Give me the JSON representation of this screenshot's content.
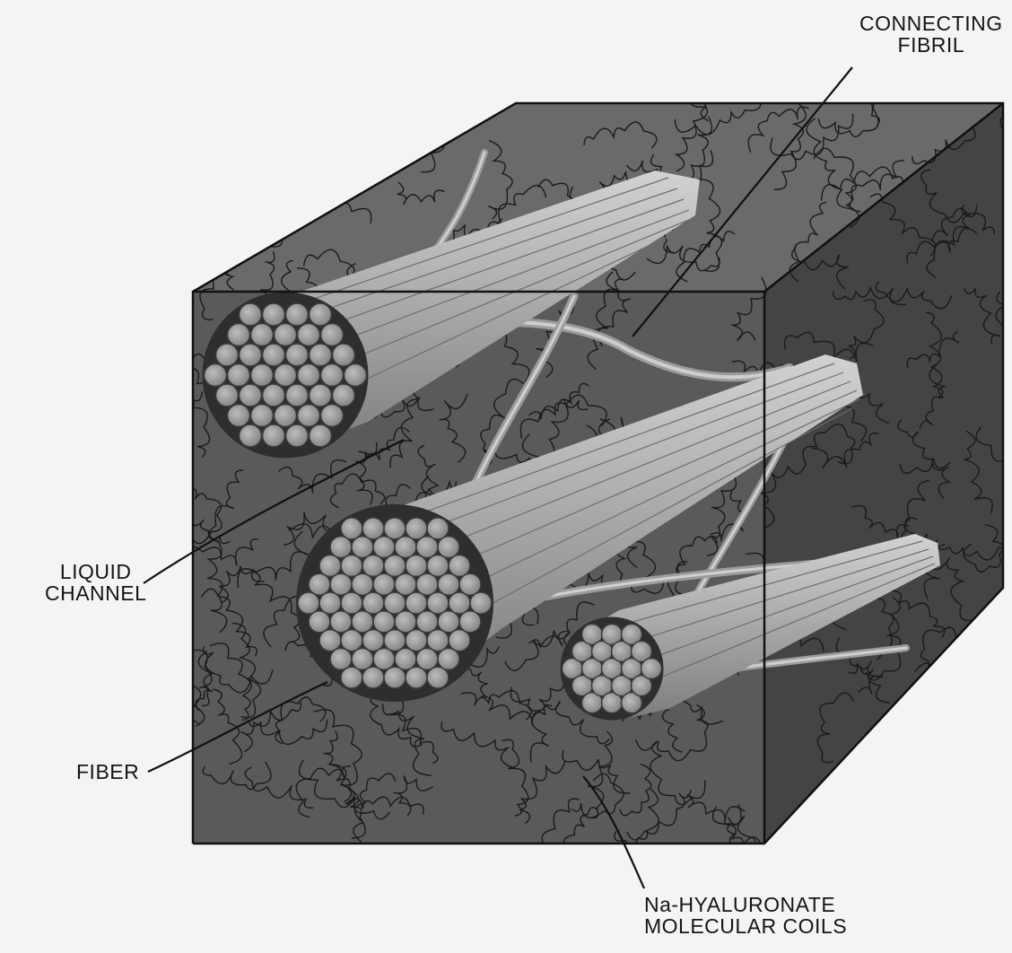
{
  "diagram": {
    "labels": {
      "connecting_fibril": [
        "CONNECTING",
        "FIBRIL"
      ],
      "liquid_channel": [
        "LIQUID",
        "CHANNEL"
      ],
      "fiber": [
        "FIBER"
      ],
      "coils": [
        "Na-HYALURONATE",
        "MOLECULAR COILS"
      ]
    },
    "colors": {
      "background": "#f4f4f2",
      "cube_front": "#5a5a5a",
      "cube_top": "#6a6a6a",
      "cube_side": "#444444",
      "coils": "#1a1a1a",
      "fiber_fill": "#b0b0b0",
      "fiber_end": "#9a9a9a",
      "leader_lines": "#111111"
    }
  }
}
